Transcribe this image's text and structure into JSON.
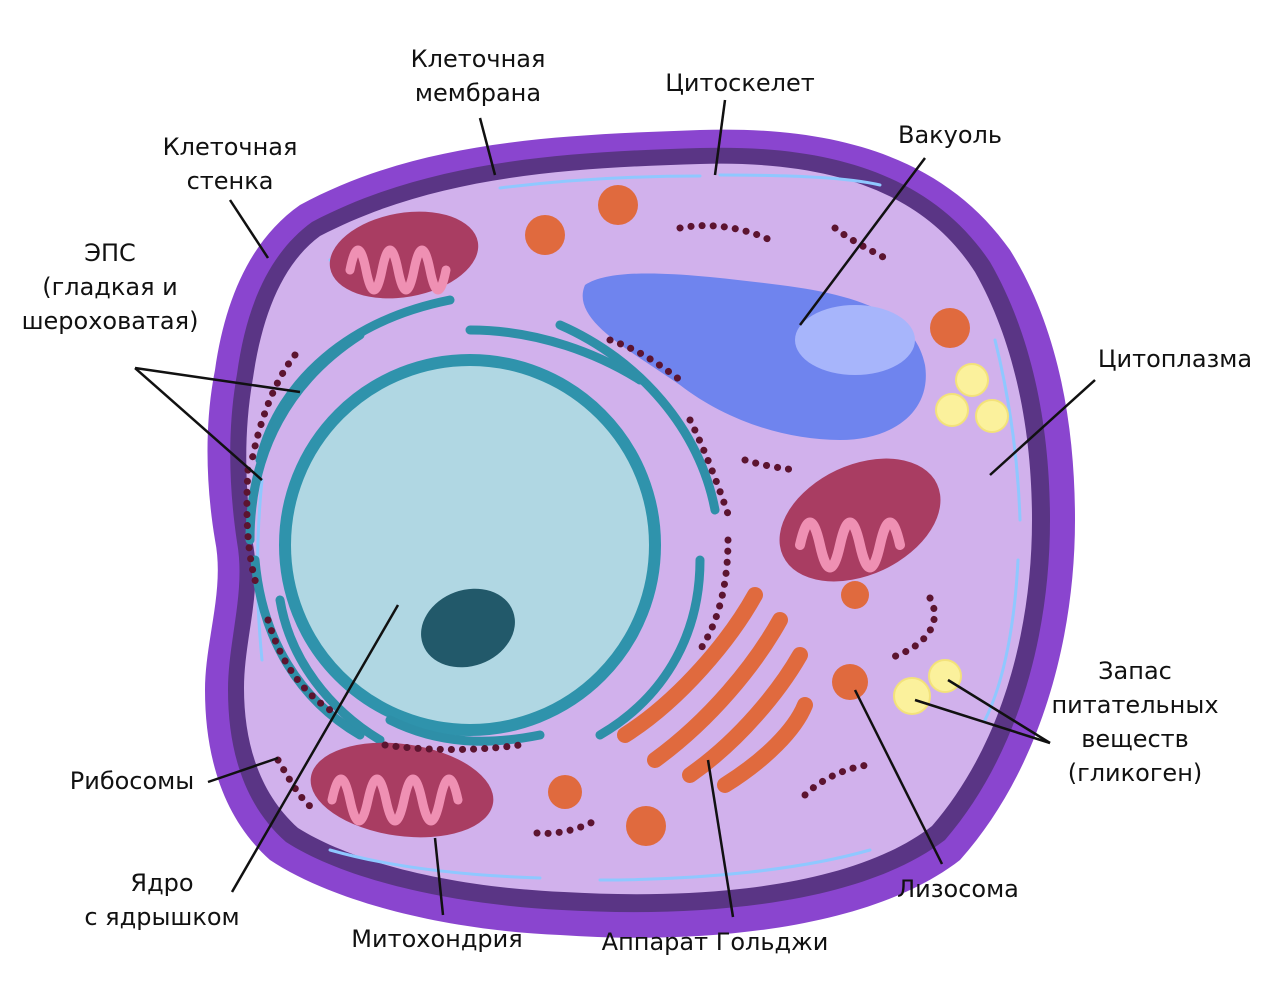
{
  "colors": {
    "cell_wall": "#8a45cf",
    "cell_membrane": "#5a3585",
    "cytoplasm": "#d1b1ec",
    "cytoskeleton": "#8fc8ff",
    "nucleus": "#b0d7e3",
    "nuclear_envelope": "#2f93ac",
    "er": "#2e8fa8",
    "nucleolus": "#22596a",
    "vacuole": "#6f84ee",
    "mitochondrion_outer": "#a93d62",
    "mitochondrion_inner": "#ef90b3",
    "golgi": "#e06a3e",
    "lysosome": "#e06a3e",
    "ribosome": "#5c1430",
    "glycogen": "#fbf19c",
    "leader_line": "#111111"
  },
  "labels": {
    "membrane": [
      "Клеточная",
      "мембрана"
    ],
    "cytoskeleton": [
      "Цитоскелет"
    ],
    "wall": [
      "Клеточная",
      "стенка"
    ],
    "vacuole": [
      "Вакуоль"
    ],
    "er": [
      "ЭПС",
      "(гладкая и",
      "шероховатая)"
    ],
    "cytoplasm": [
      "Цитоплазма"
    ],
    "storage": [
      "Запас",
      "питательных",
      "веществ",
      "(гликоген)"
    ],
    "ribosomes": [
      "Рибосомы"
    ],
    "nucleus": [
      "Ядро",
      "с ядрышком"
    ],
    "mitochondrion": [
      "Митохондрия"
    ],
    "golgi": [
      "Аппарат Гольджи"
    ],
    "lysosome": [
      "Лизосома"
    ]
  }
}
